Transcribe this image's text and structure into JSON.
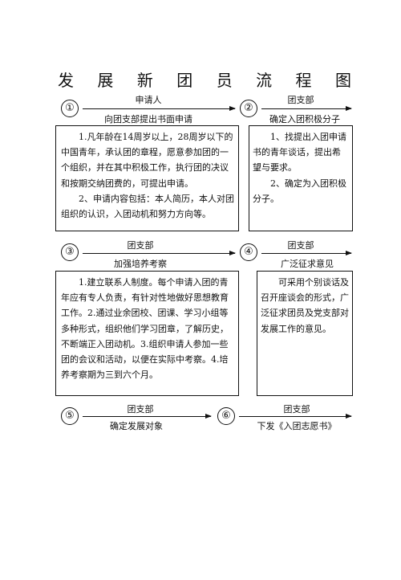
{
  "title_chars": [
    "发",
    "展",
    "新",
    "团",
    "员",
    "流",
    "程",
    "图"
  ],
  "steps": [
    {
      "num": "①",
      "actor": "申请人",
      "action": "向团支部提出书面申请"
    },
    {
      "num": "②",
      "actor": "团支部",
      "action": "确定入团积极分子"
    },
    {
      "num": "③",
      "actor": "团支部",
      "action": "加强培养考察"
    },
    {
      "num": "④",
      "actor": "团支部",
      "action": "广泛征求意见"
    },
    {
      "num": "⑤",
      "actor": "团支部",
      "action": "确定发展对象"
    },
    {
      "num": "⑥",
      "actor": "团支部",
      "action": "下发《入团志愿书》"
    }
  ],
  "boxes": {
    "box1": {
      "p1": "1.凡年龄在14周岁以上，28周岁以下的中国青年，承认团的章程，愿意参加团的一个组织，并在其中积极工作，执行团的决议和按期交纳团费的，可提出申请。",
      "p2": "2、申请内容包括：本人简历，本人对团组织的认识，入团动机和努力方向等。"
    },
    "box2": {
      "p1": "1、找提出入团申请书的青年谈话，提出希望与要求。",
      "p2": "2、确定为入团积极分子。"
    },
    "box3": {
      "p1": "1.建立联系人制度。每个申请入团的青年应有专人负责，有针对性地做好思想教育工作。2.通过业余团校、团课、学习小组等多种形式，组织他们学习团章，了解历史，不断端正入团动机。3.组织申请人参加一些团的会议和活动，以便在实际中考察。4.培养考察期为三到六个月。"
    },
    "box4": {
      "p1": "可采用个别谈话及召开座谈会的形式，广泛征求团员及党支部对发展工作的意见。"
    }
  }
}
